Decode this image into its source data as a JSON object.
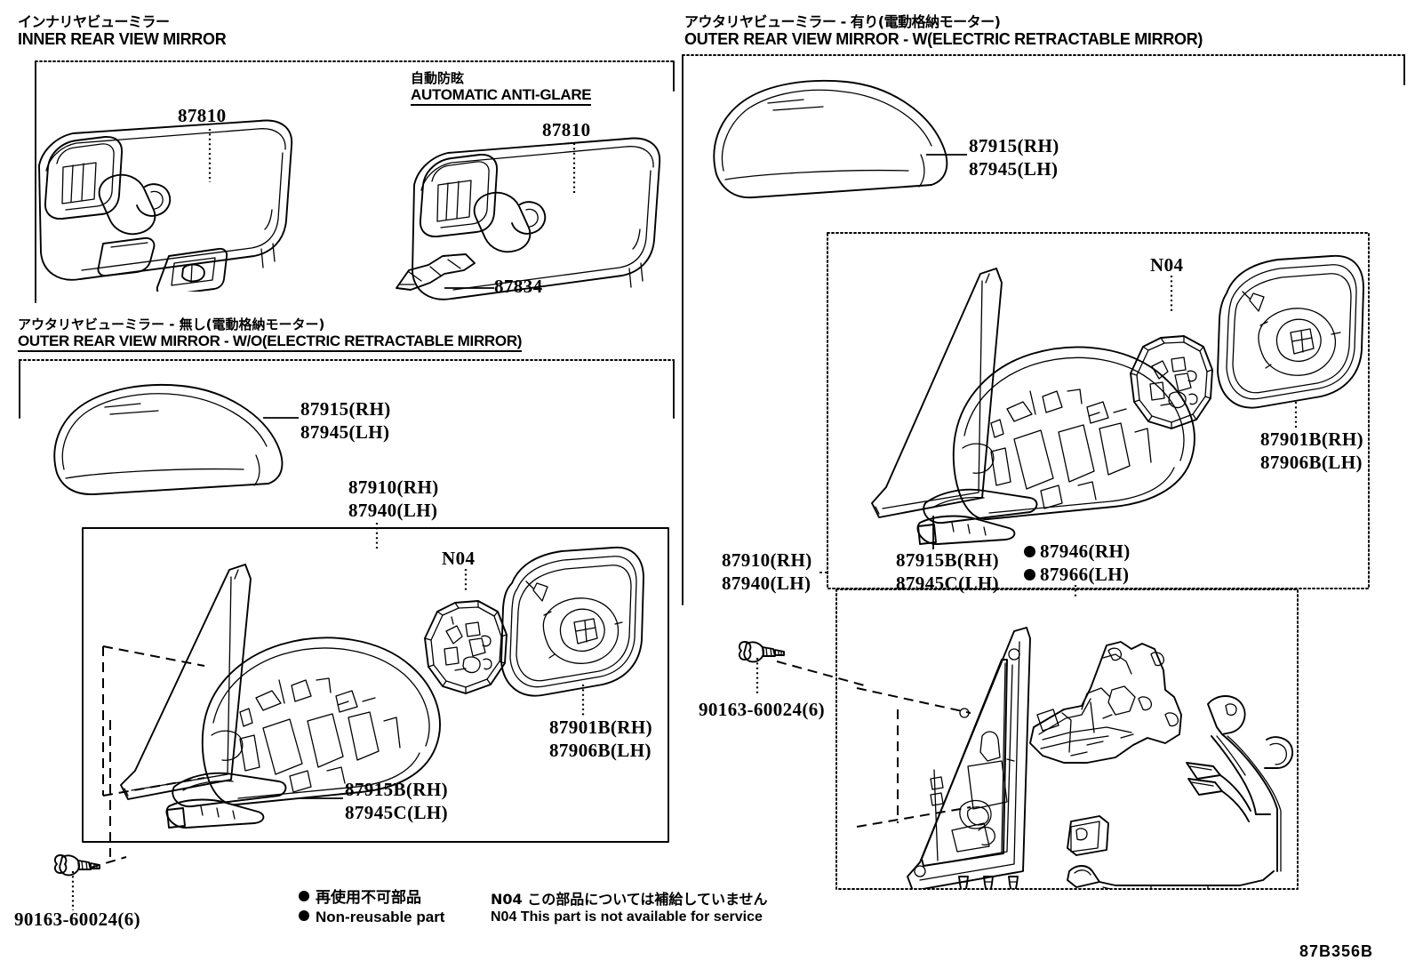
{
  "sheet_code": "87B356B",
  "sections": {
    "inner_mirror": {
      "jp": "インナリヤビューミラー",
      "en": "INNER REAR VIEW MIRROR"
    },
    "anti_glare": {
      "jp": "自動防眩",
      "en": "AUTOMATIC ANTI-GLARE"
    },
    "outer_wo": {
      "jp": "アウタリヤビューミラー - 無し(電動格納モーター)",
      "en": "OUTER REAR VIEW MIRROR - W/O(ELECTRIC RETRACTABLE MIRROR)"
    },
    "outer_w": {
      "jp": "アウタリヤビューミラー - 有り(電動格納モーター)",
      "en": "OUTER REAR VIEW MIRROR - W(ELECTRIC RETRACTABLE MIRROR)"
    }
  },
  "callouts": {
    "inner_mirror_pn": "87810",
    "anti_glare_pn": "87810",
    "anti_glare_bracket_pn": "87834",
    "wo_cover_rh": "87915(RH)",
    "wo_cover_lh": "87945(LH)",
    "wo_assy_rh": "87910(RH)",
    "wo_assy_lh": "87940(LH)",
    "wo_n04": "N04",
    "wo_glass_rh": "87901B(RH)",
    "wo_glass_lh": "87906B(LH)",
    "wo_lower_rh": "87915B(RH)",
    "wo_lower_lh": "87945C(LH)",
    "wo_bolt": "90163-60024(6)",
    "w_cover_rh": "87915(RH)",
    "w_cover_lh": "87945(LH)",
    "w_n04": "N04",
    "w_glass_rh": "87901B(RH)",
    "w_glass_lh": "87906B(LH)",
    "w_assy_rh": "87910(RH)",
    "w_assy_lh": "87940(LH)",
    "w_lower_rh": "87915B(RH)",
    "w_lower_lh": "87945C(LH)",
    "w_nonreuse_rh": "87946(RH)",
    "w_nonreuse_lh": "87966(LH)",
    "w_bolt": "90163-60024(6)"
  },
  "legend": {
    "nonreusable_jp": "再使用不可部品",
    "nonreusable_en": "Non-reusable part",
    "n04_jp": "N04 この部品については補給していません",
    "n04_en": "N04 This part is not available for service"
  }
}
